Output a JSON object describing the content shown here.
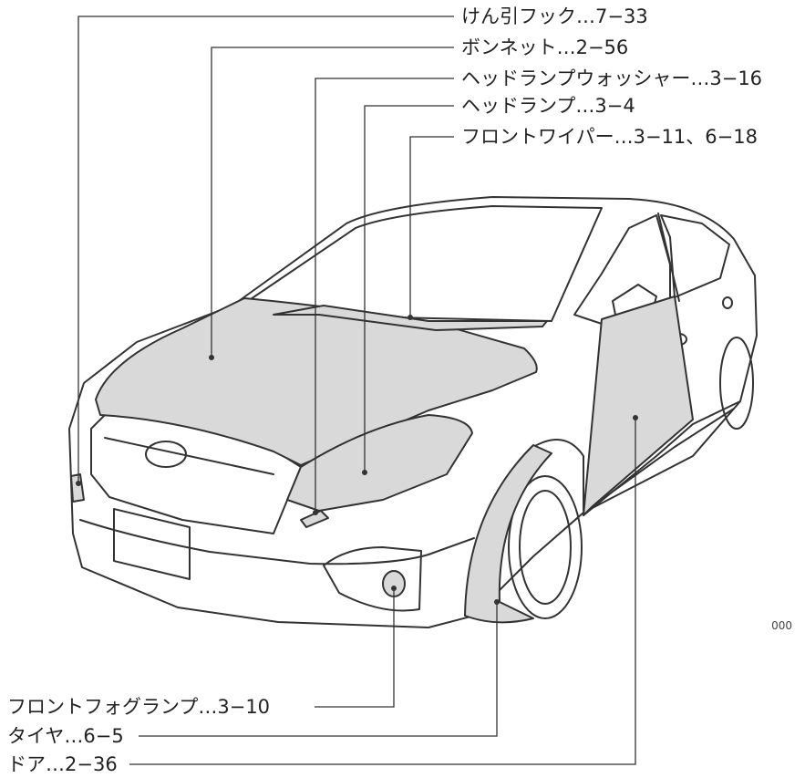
{
  "colors": {
    "line": "#333333",
    "fill": "#d9d9d9",
    "text": "#222222"
  },
  "figure_code": "000",
  "callouts": [
    {
      "id": "tow-hook",
      "label": "けん引フック…7−33"
    },
    {
      "id": "bonnet",
      "label": "ボンネット…2−56"
    },
    {
      "id": "headlamp-washer",
      "label": "ヘッドランプウォッシャー…3−16"
    },
    {
      "id": "headlamp",
      "label": "ヘッドランプ…3−4"
    },
    {
      "id": "front-wiper",
      "label": "フロントワイパー…3−11、6−18"
    },
    {
      "id": "front-fog-lamp",
      "label": "フロントフォグランプ…3−10"
    },
    {
      "id": "tire",
      "label": "タイヤ…6−5"
    },
    {
      "id": "door",
      "label": "ドア…2−36"
    }
  ]
}
